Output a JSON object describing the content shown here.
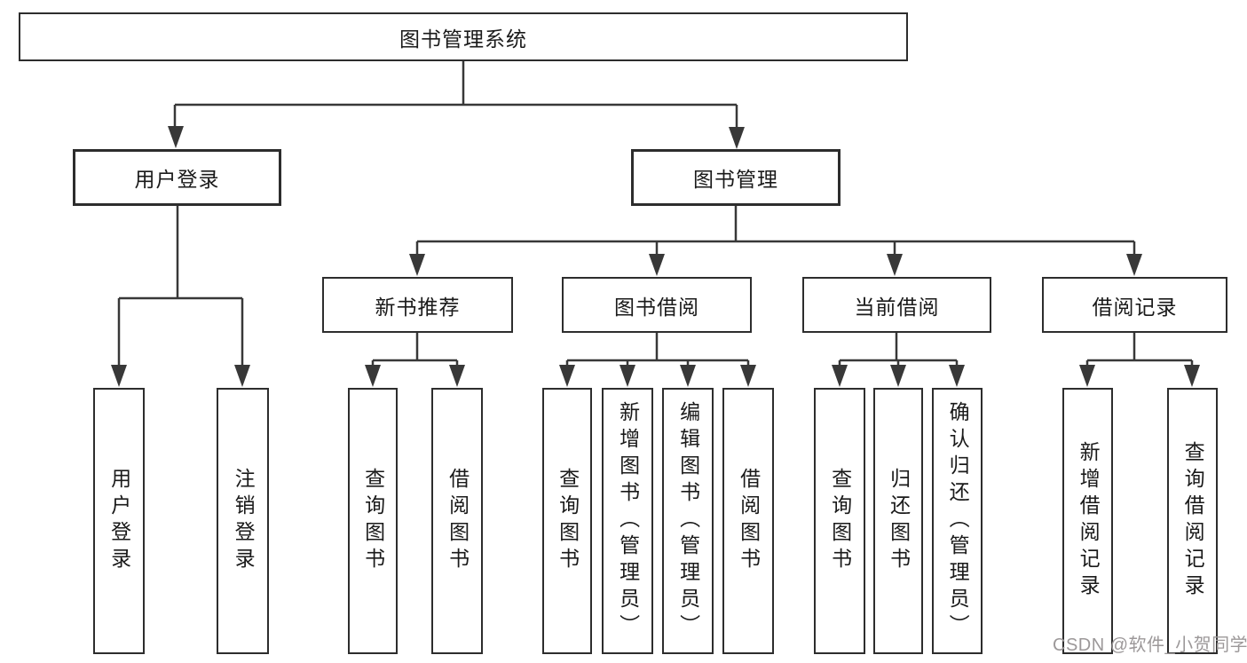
{
  "diagram": {
    "root": {
      "label": "图书管理系统"
    },
    "level2": [
      {
        "label": "用户登录",
        "children": [
          {
            "label": "用户登录"
          },
          {
            "label": "注销登录"
          }
        ]
      },
      {
        "label": "图书管理",
        "sections": [
          {
            "label": "新书推荐",
            "children": [
              {
                "label": "查询图书"
              },
              {
                "label": "借阅图书"
              }
            ]
          },
          {
            "label": "图书借阅",
            "children": [
              {
                "label": "查询图书"
              },
              {
                "label": "新增图书（管理员）"
              },
              {
                "label": "编辑图书（管理员）"
              },
              {
                "label": "借阅图书"
              }
            ]
          },
          {
            "label": "当前借阅",
            "children": [
              {
                "label": "查询图书"
              },
              {
                "label": "归还图书"
              },
              {
                "label": "确认归还（管理员）"
              }
            ]
          },
          {
            "label": "借阅记录",
            "children": [
              {
                "label": "新增借阅记录"
              },
              {
                "label": "查询借阅记录"
              }
            ]
          }
        ]
      }
    ]
  },
  "watermark": {
    "text": "CSDN @软件_小贺同学"
  },
  "colors": {
    "line": "#383838",
    "box_border": "#2d2d2d",
    "text": "#1a1a1a",
    "watermark": "#9c9899",
    "background": "#ffffff"
  }
}
